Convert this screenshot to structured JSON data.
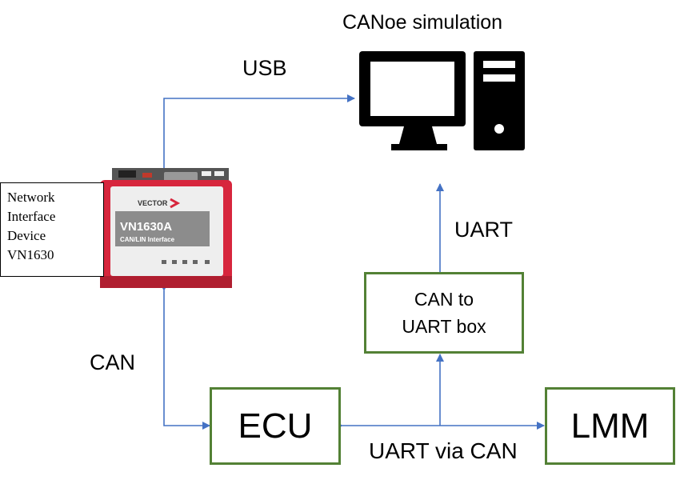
{
  "title": "CANoe simulation",
  "labels": {
    "usb": "USB",
    "can": "CAN",
    "uart": "UART",
    "uart_via_can": "UART via CAN"
  },
  "nodes": {
    "network_device": [
      "Network",
      "Interface",
      "Device",
      "VN1630"
    ],
    "converter_line1": "CAN to",
    "converter_line2": "UART box",
    "ecu": "ECU",
    "lmm": "LMM"
  },
  "device_image": {
    "brand": "VECTOR",
    "model": "VN1630A",
    "subtitle": "CAN/LIN Interface"
  },
  "colors": {
    "arrow": "#4472C4",
    "box_border": "#538135",
    "device_red": "#D7263D"
  },
  "icons": [
    "computer-monitor-icon",
    "pc-tower-icon"
  ]
}
